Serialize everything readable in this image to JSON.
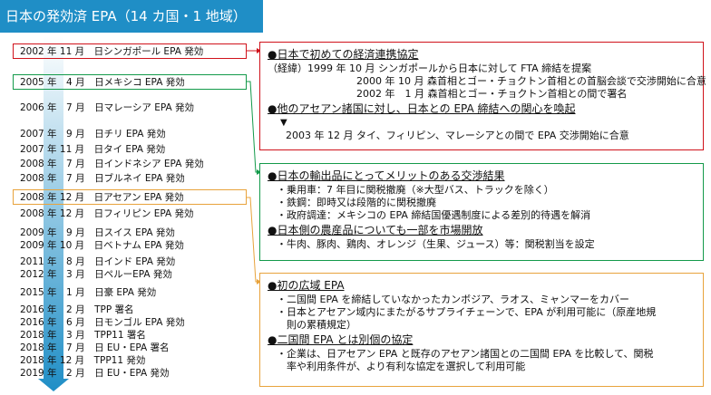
{
  "title": "日本の発効済 EPA（14 カ国・1 地域）",
  "timeline": [
    "2002 年 11 月　日シンガポール EPA 発効",
    "2005 年　4 月　日メキシコ EPA 発効",
    "2006 年　7 月　日マレーシア EPA 発効",
    "2007 年　9 月　日チリ EPA 発効",
    "2007 年 11 月　日タイ EPA 発効",
    "2008 年　7 月　日インドネシア EPA 発効",
    "2008 年　7 月　日ブルネイ EPA 発効",
    "2008 年 12 月　日アセアン EPA 発効",
    "2008 年 12 月　日フィリピン EPA 発効",
    "2009 年　9 月　日スイス EPA 発効",
    "2009 年 10 月　日ベトナム EPA 発効",
    "2011 年　8 月　日インド EPA 発効",
    "2012 年　3 月　日ペルーEPA 発効",
    "2015 年　1 月　日豪 EPA 発効",
    "2016 年　2 月　TPP 署名",
    "2016 年　6 月　日モンゴル EPA 発効",
    "2018 年　3 月　TPP11 署名",
    "2018 年　7 月　日 EU・EPA 署名",
    "2018 年 12 月　TPP11 発効",
    "2019 年　2 月　日 EU・EPA 発効"
  ],
  "panel1": {
    "h1": "●日本で初めての経済連携協定",
    "l1": "（経緯）1999 年 10 月 シンガポールから日本に対して FTA 締結を提案",
    "l2": "2000 年 10 月 森首相とゴー・チョクトン首相との首脳会談で交渉開始に合意",
    "l3": "2002 年　1 月 森首相とゴー・チョクトン首相との間で署名",
    "h2": "●他のアセアン諸国に対し、日本との EPA 締結への関心を喚起",
    "tri": "▼",
    "l4": "2003 年 12 月 タイ、フィリピン、マレーシアとの間で EPA 交渉開始に合意"
  },
  "panel2": {
    "h1": "●日本の輸出品にとってメリットのある交渉結果",
    "l1": "・乗用車：7 年目に関税撤廃（※大型バス、トラックを除く）",
    "l2": "・鉄鋼：即時又は段階的に関税撤廃",
    "l3": "・政府調達：メキシコの EPA 締結国優遇制度による差別的待遇を解消",
    "h2": "●日本側の農産品についても一部を市場開放",
    "l4": "・牛肉、豚肉、鶏肉、オレンジ（生果、ジュース）等：関税割当を設定"
  },
  "panel3": {
    "h1": "●初の広域 EPA",
    "l1": "・二国間 EPA を締結していなかったカンボジア、ラオス、ミャンマーをカバー",
    "l2": "・日本とアセアン域内にまたがるサプライチェーンで、EPA が利用可能に（原産地規",
    "l3": "　則の累積規定）",
    "h2": "●二国間 EPA とは別個の協定",
    "l4": "・企業は、日アセアン EPA と既存のアセアン諸国との二国間 EPA を比較して、関税",
    "l5": "　率や利用条件が、より有利な協定を選択して利用可能"
  },
  "colors": {
    "red": "#d0121b",
    "green": "#139a4a",
    "orange": "#e8a33c",
    "blue": "#1f8ec6"
  }
}
